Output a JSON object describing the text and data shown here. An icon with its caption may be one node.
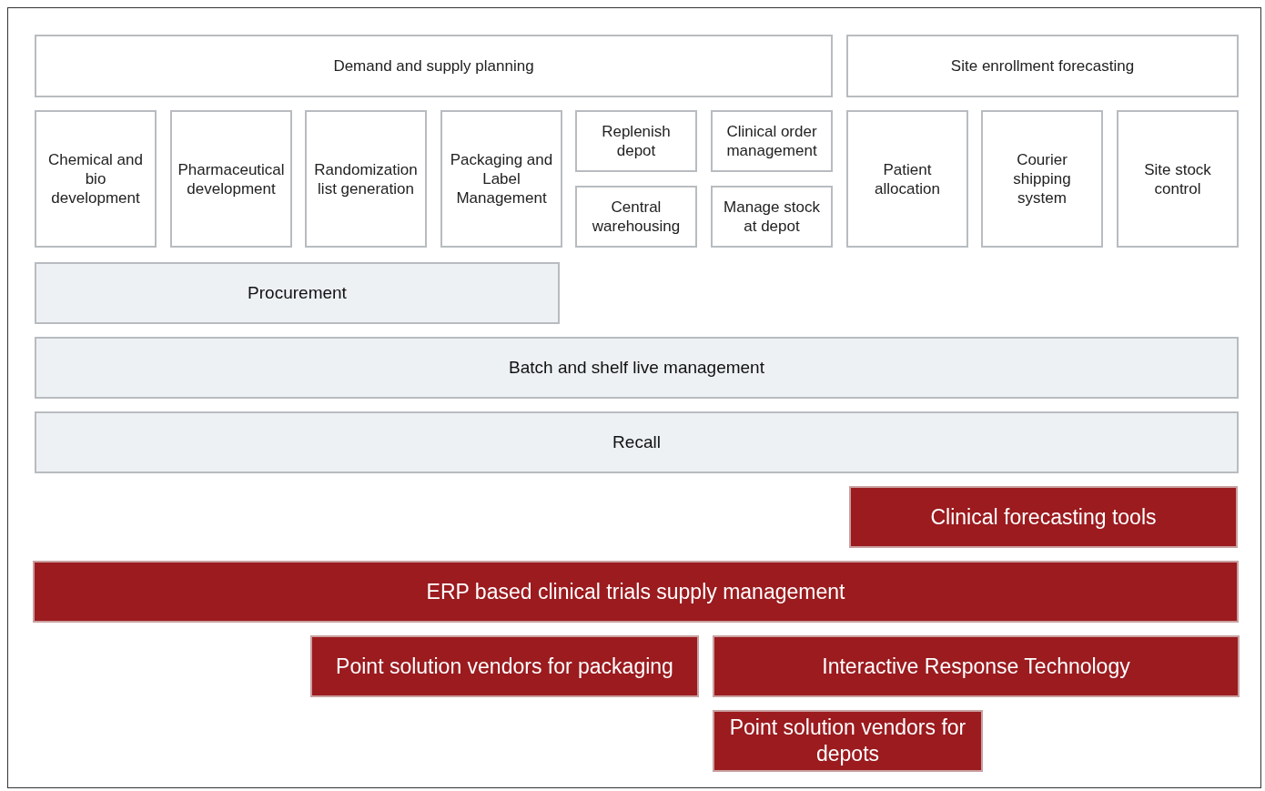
{
  "diagram": {
    "nodes": [
      {
        "text": [
          "Demand and supply planning"
        ]
      },
      {
        "text": [
          "Site enrollment forecasting"
        ]
      },
      {
        "text": [
          "Chemical and bio development"
        ]
      },
      {
        "text": [
          "Pharmaceutical development"
        ]
      },
      {
        "text": [
          "Randomization list generation"
        ]
      },
      {
        "text": [
          "Packaging and Label Management"
        ]
      },
      {
        "text": [
          "Replenish depot"
        ]
      },
      {
        "text": [
          "Clinical order management"
        ]
      },
      {
        "text": [
          "Patient allocation"
        ]
      },
      {
        "text": [
          "Courier shipping system"
        ]
      },
      {
        "text": [
          "Site stock control"
        ]
      },
      {
        "text": [
          "Central warehousing"
        ]
      },
      {
        "text": [
          "Manage stock at depot"
        ]
      },
      {
        "text": [
          "Procurement"
        ]
      },
      {
        "text": [
          "Batch and shelf live management"
        ]
      },
      {
        "text": [
          "Recall"
        ]
      },
      {
        "text": [
          "Clinical forecasting tools"
        ]
      },
      {
        "text": [
          "ERP based clinical trials supply management"
        ]
      },
      {
        "text": [
          "Point solution vendors for packaging"
        ]
      },
      {
        "text": [
          "Interactive Response Technology"
        ]
      },
      {
        "text": [
          "Point solution vendors for depots"
        ]
      }
    ]
  }
}
